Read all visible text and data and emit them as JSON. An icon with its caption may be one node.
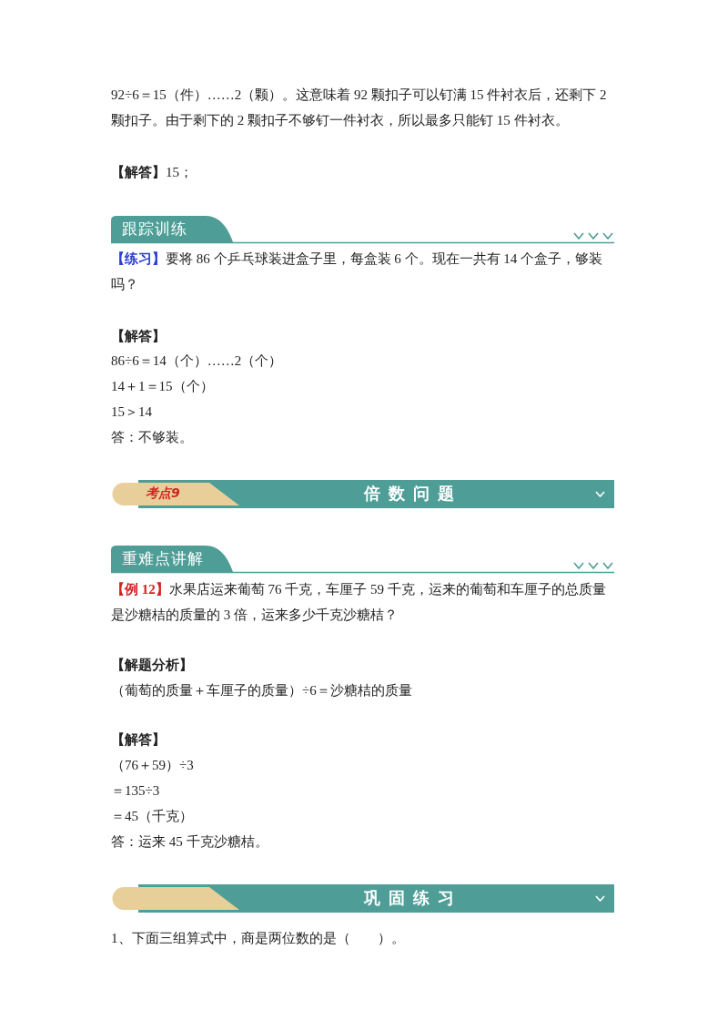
{
  "diagram": {
    "nodes": [
      {
        "text": [
          "跟踪训练"
        ]
      },
      {
        "text": [
          "考点9",
          "倍数问题"
        ]
      },
      {
        "text": [
          "重难点讲解"
        ]
      },
      {
        "text": [
          "巩固练习"
        ]
      }
    ],
    "labels": [
      "92÷6＝15（件）……2（颗）。这意味着 92 颗扣子可以钉满 15 件衬衣后，还剩下 2 颗扣子。由于剩下的 2 颗扣子不够钉一件衬衣，所以最多只能钉 15 件衬衣。",
      "**【解答】**15；",
      "【练习】",
      "要将 86 个乒乓球装进盒子里，每盒装 6 个。现在一共有 14 个盒子，够装吗？",
      "【解答】",
      "86÷6＝14（个）……2（个）",
      "14＋1＝15（个）",
      "15＞14",
      "答：不够装。",
      "【例 12】",
      "水果店运来葡萄 76 千克，车厘子 59 千克，运来的葡萄和车厘子的总质量是沙糖桔的质量的 3 倍，运来多少千克沙糖桔？",
      "【解题分析】",
      "（葡萄的质量＋车厘子的质量）÷6＝沙糖桔的质量",
      "【解答】",
      "（76＋59）÷3",
      "＝135÷3",
      "＝45（千克）",
      "答：运来 45 千克沙糖桔。",
      "1、下面三组算式中，商是两位数的是（　　）。"
    ]
  }
}
